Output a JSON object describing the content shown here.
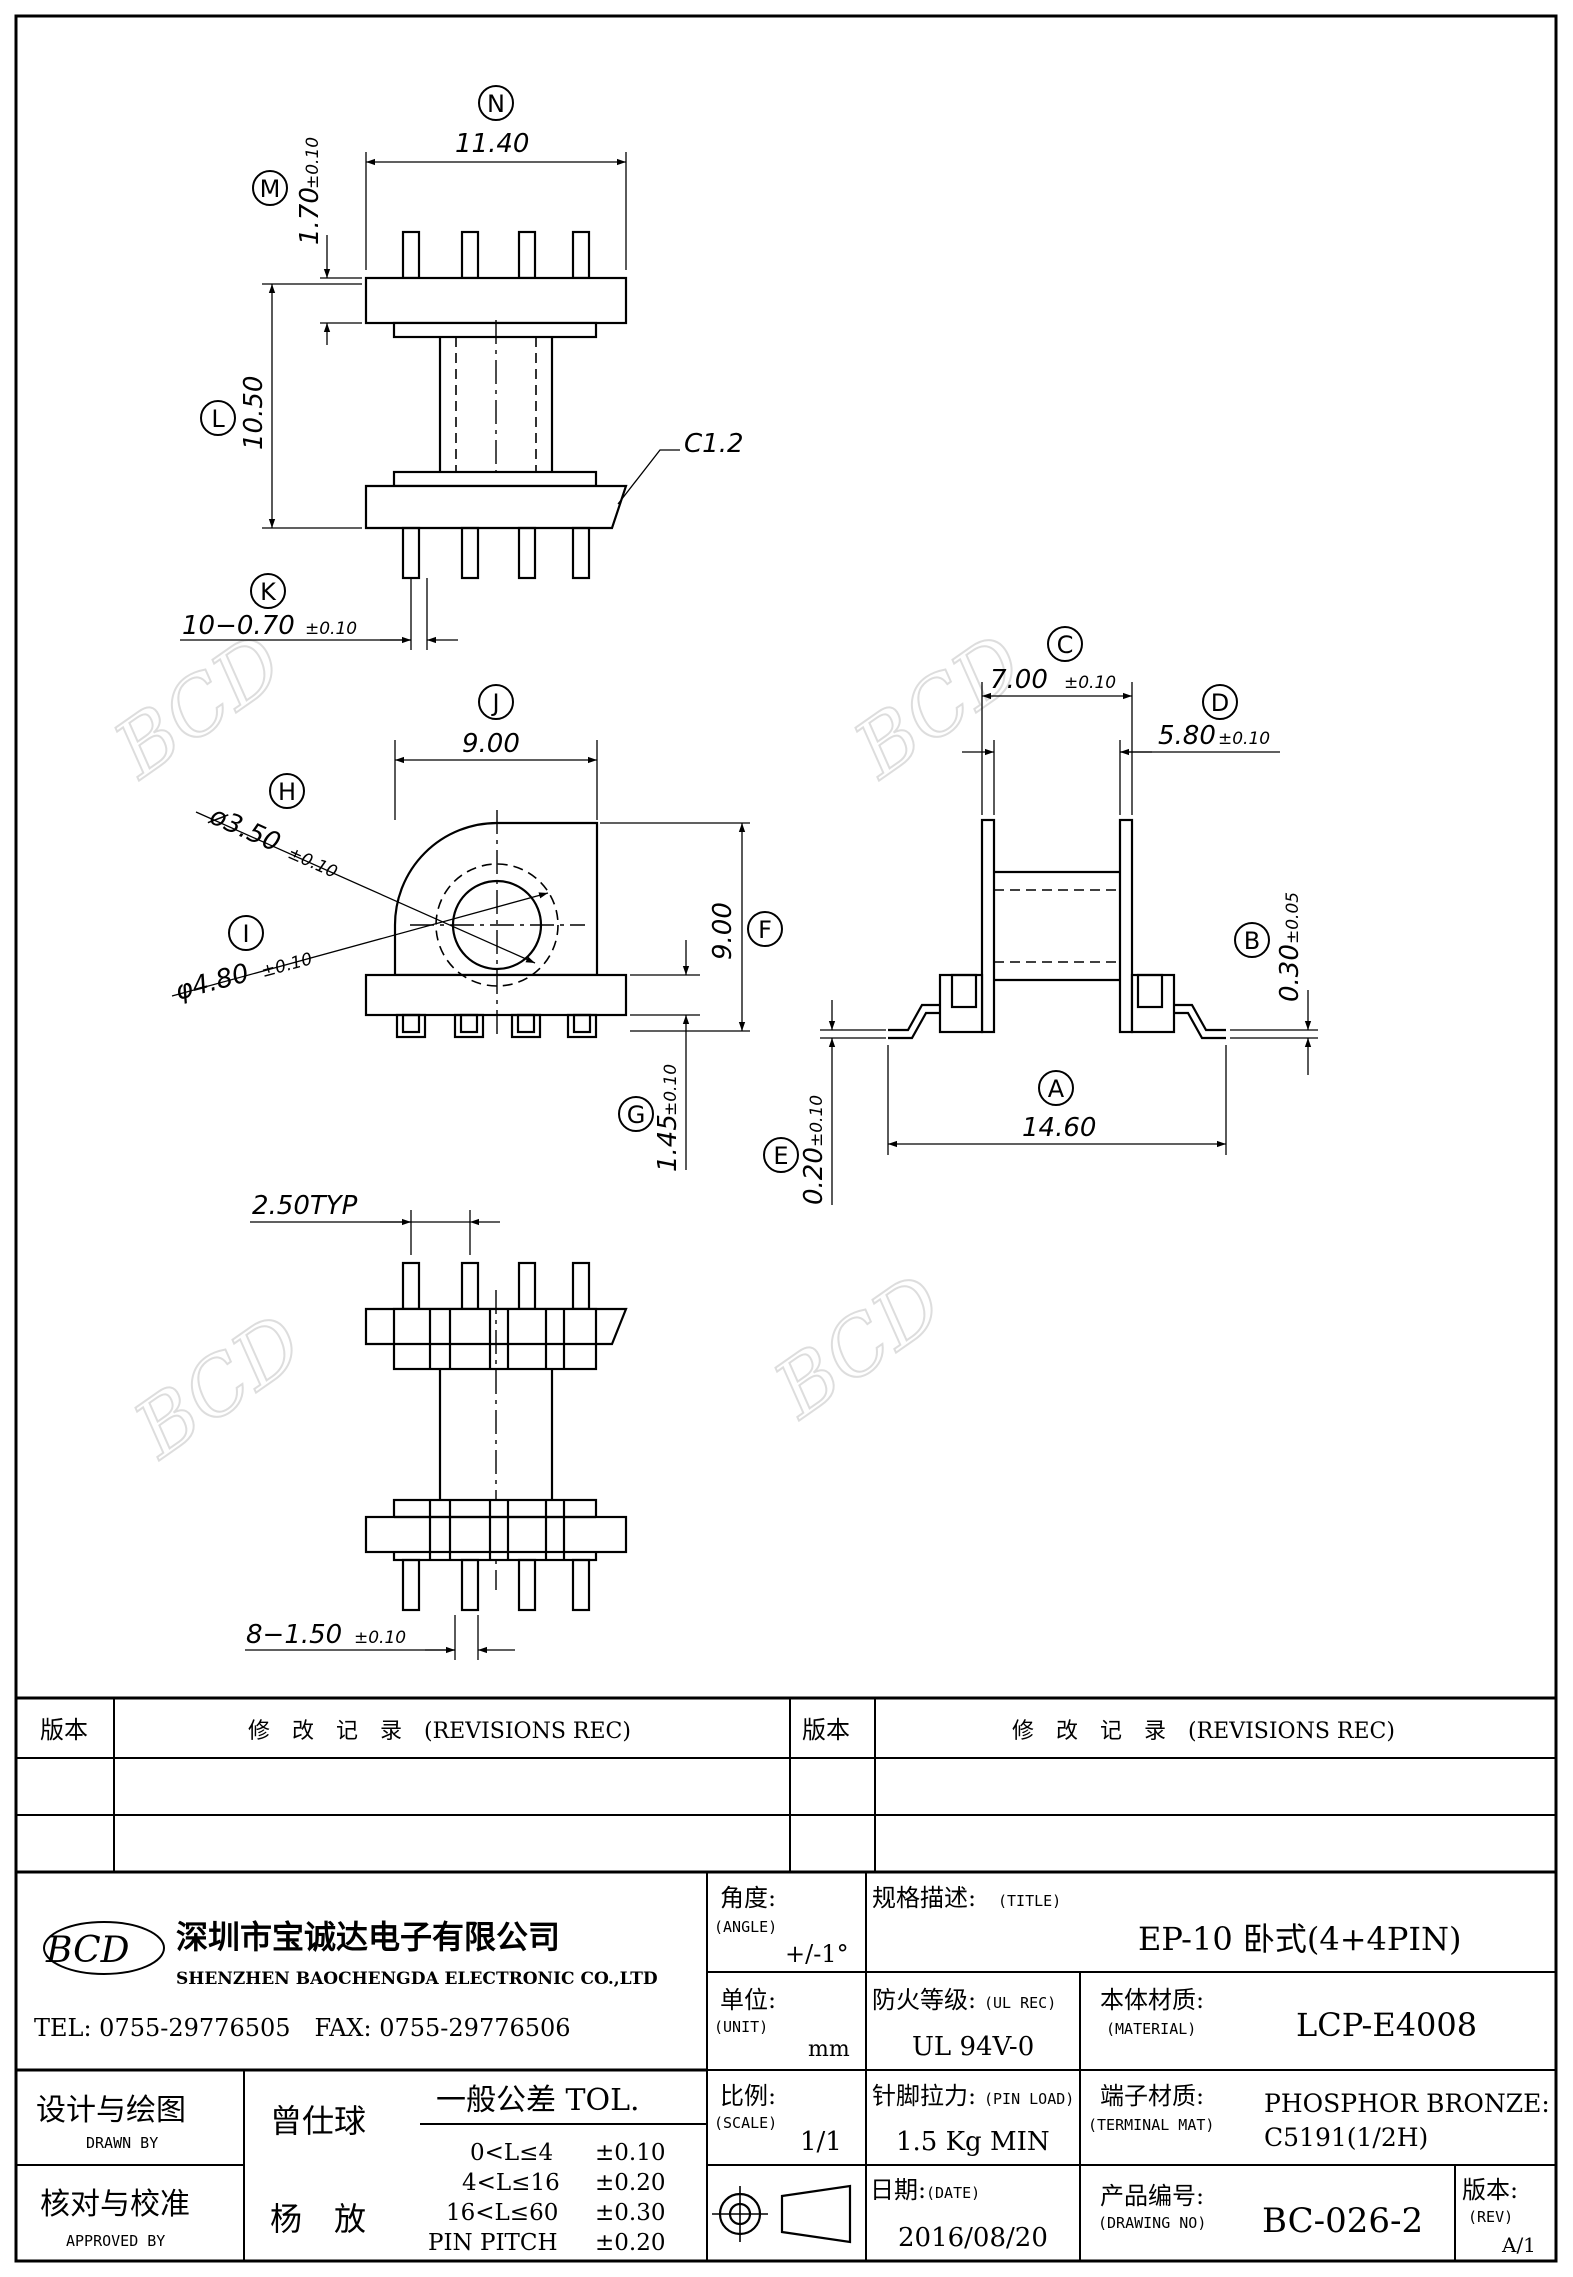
{
  "dimensions": {
    "N": {
      "letter": "N",
      "value": "11.40"
    },
    "M": {
      "letter": "M",
      "value": "1.70",
      "tol": "±0.10"
    },
    "L": {
      "letter": "L",
      "value": "10.50"
    },
    "C12": {
      "value": "C1.2"
    },
    "K": {
      "letter": "K",
      "value": "10−0.70",
      "tol": "±0.10"
    },
    "J": {
      "letter": "J",
      "value": "9.00"
    },
    "H": {
      "letter": "H",
      "value": "ø3.50",
      "tol": "±0.10"
    },
    "I": {
      "letter": "I",
      "value": "φ4.80",
      "tol": "±0.10"
    },
    "F": {
      "letter": "F",
      "value": "9.00"
    },
    "G": {
      "letter": "G",
      "value": "1.45",
      "tol": "±0.10"
    },
    "C": {
      "letter": "C",
      "value": "7.00",
      "tol": "±0.10"
    },
    "D": {
      "letter": "D",
      "value": "5.80",
      "tol": "±0.10"
    },
    "B": {
      "letter": "B",
      "value": "0.30",
      "tol": "±0.05"
    },
    "A": {
      "letter": "A",
      "value": "14.60"
    },
    "E": {
      "letter": "E",
      "value": "0.20",
      "tol": "±0.10"
    },
    "typ": {
      "value": "2.50TYP"
    },
    "pitch": {
      "value": "8−1.50",
      "tol": "±0.10"
    }
  },
  "watermark": {
    "text": "BCD"
  },
  "titleblock": {
    "rev_head_left": "版本",
    "rev_rec_left": "修　改　记　录　(REVISIONS REC)",
    "rev_head_right": "版本",
    "rev_rec_right": "修　改　记　录　(REVISIONS REC)",
    "logo_text": "BCD",
    "company_cn": "深圳市宝诚达电子有限公司",
    "company_en": "SHENZHEN BAOCHENGDA ELECTRONIC CO.,LTD",
    "tel_fax": "TEL: 0755-29776505　FAX: 0755-29776506",
    "angle_label": "角度:",
    "angle_en": "(ANGLE)",
    "angle_value": "+/-1°",
    "unit_label": "单位:",
    "unit_en": "(UNIT)",
    "unit_value": "mm",
    "scale_label": "比例:",
    "scale_en": "(SCALE)",
    "scale_value": "1/1",
    "title_label": "规格描述:",
    "title_en": "(TITLE)",
    "title_value": "EP-10 卧式(4+4PIN)",
    "ul_label": "防火等级:",
    "ul_en": "(UL REC)",
    "ul_value": "UL 94V-0",
    "material_label": "本体材质:",
    "material_en": "(MATERIAL)",
    "material_value": "LCP-E4008",
    "pinload_label": "针脚拉力:",
    "pinload_en": "(PIN LOAD)",
    "pinload_value": "1.5 Kg MIN",
    "terminal_label": "端子材质:",
    "terminal_en": "(TERMINAL MAT)",
    "terminal_value_1": "PHOSPHOR BRONZE:",
    "terminal_value_2": "C5191(1/2H)",
    "drawn_label": "设计与绘图",
    "drawn_en": "DRAWN BY",
    "drawn_value": "曾仕球",
    "approved_label": "核对与校准",
    "approved_en": "APPROVED BY",
    "approved_value": "杨　放",
    "tol_title": "一般公差 TOL.",
    "tol_rows": [
      {
        "range": "0<L≤4",
        "tol": "±0.10"
      },
      {
        "range": "4<L≤16",
        "tol": "±0.20"
      },
      {
        "range": "16<L≤60",
        "tol": "±0.30"
      },
      {
        "range": "PIN PITCH",
        "tol": "±0.20"
      }
    ],
    "date_label": "日期:",
    "date_en": "(DATE)",
    "date_value": "2016/08/20",
    "drawingno_label": "产品编号:",
    "drawingno_en": "(DRAWING NO)",
    "drawingno_value": "BC-026-2",
    "rev_label": "版本:",
    "rev_en": "(REV)",
    "rev_value": "A/1"
  }
}
